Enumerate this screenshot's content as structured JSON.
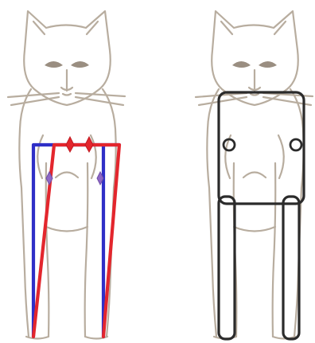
{
  "colors": {
    "background": "#ffffff",
    "cat_outline": "#b8ad9f",
    "cat_eye": "#8f8273",
    "blue_guide": "#2f2fc7",
    "red_guide": "#e3262d",
    "black_guide": "#2b2b2b"
  },
  "figures": [
    {
      "name": "left-cat",
      "overlays": [
        "blue-vertical-guides",
        "red-diagonal-guides",
        "red-diamond-markers"
      ]
    },
    {
      "name": "right-cat",
      "overlays": [
        "black-torso-box",
        "black-leg-bars",
        "black-joint-circles"
      ]
    }
  ]
}
